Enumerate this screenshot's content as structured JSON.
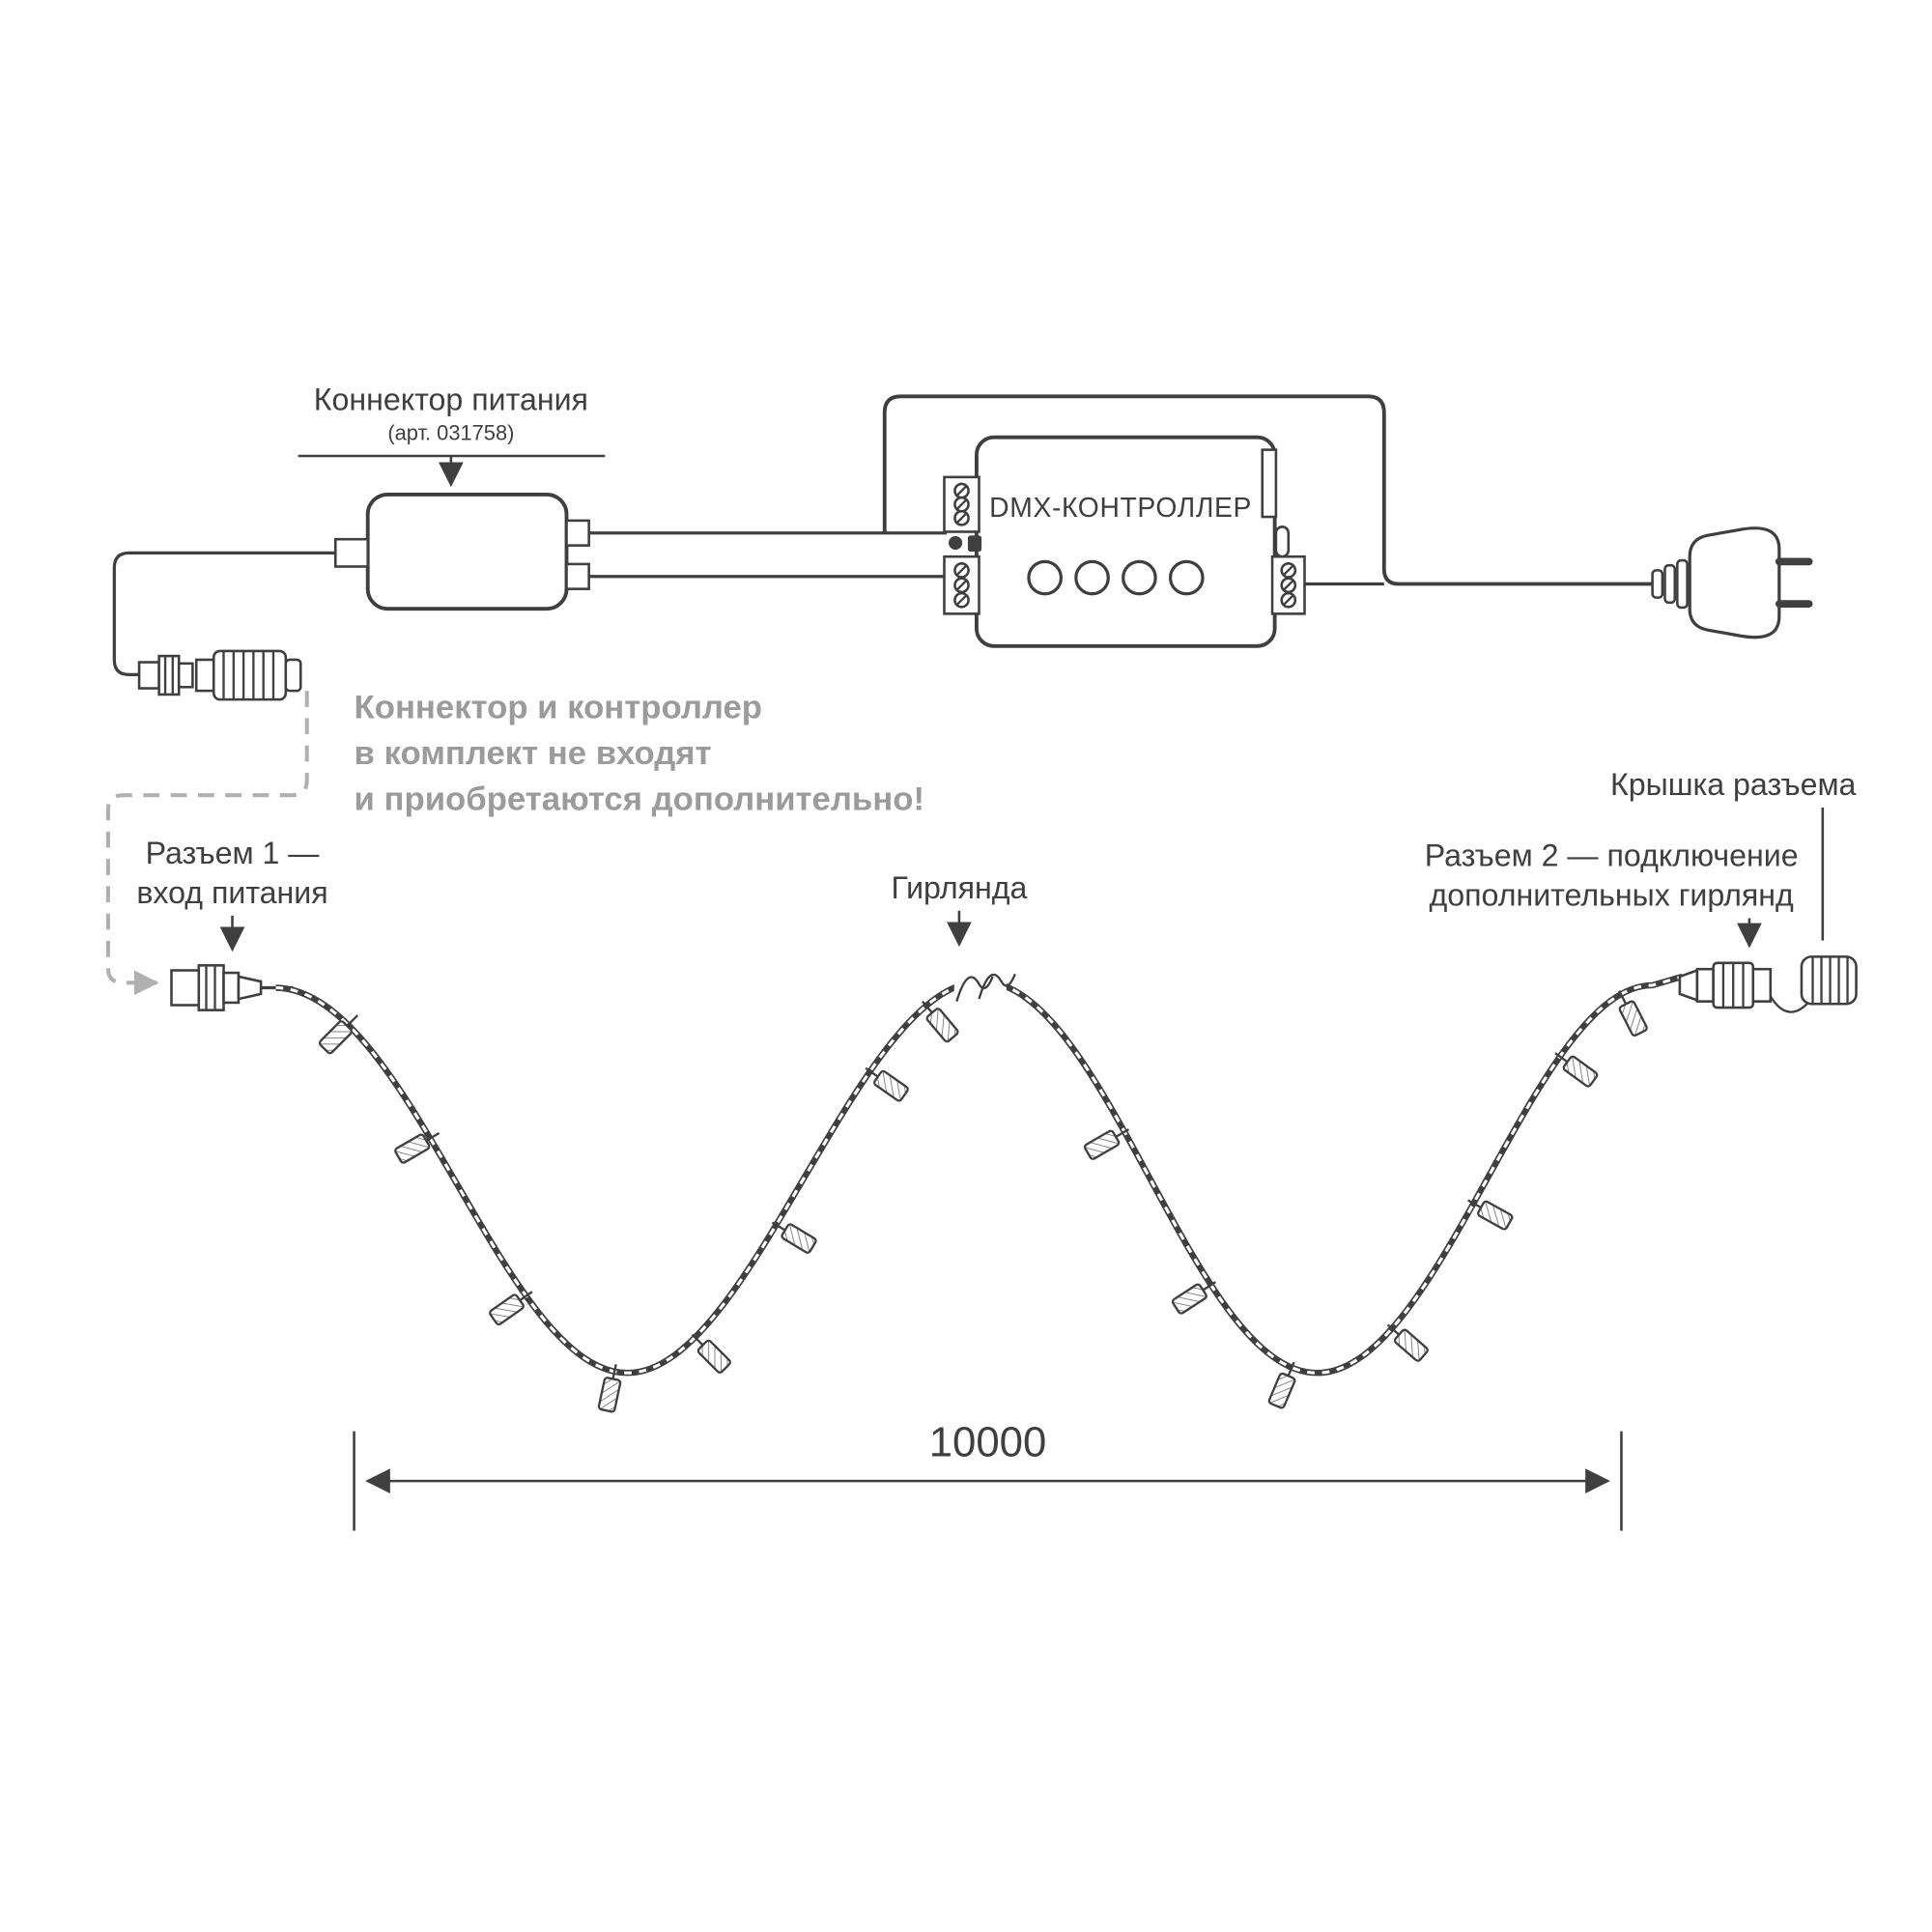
{
  "colors": {
    "ink": "#3f3f3f",
    "note": "#9b9b9b",
    "dash": "#b0b0b0"
  },
  "labels": {
    "power_connector": {
      "title": "Коннектор питания",
      "subtitle": "(арт. 031758)"
    },
    "controller": "DMX-КОНТРОЛЛЕР",
    "note": {
      "line1": "Коннектор и контроллер",
      "line2": "в комплект не входят",
      "line3": "и приобретаются дополнительно!"
    },
    "connector1": {
      "line1": "Разъем 1 —",
      "line2": "вход питания"
    },
    "garland": "Гирлянда",
    "cap": "Крышка разъема",
    "connector2": {
      "line1": "Разъем 2 — подключение",
      "line2": "дополнительных гирлянд"
    },
    "dimension": {
      "length": "10000"
    }
  }
}
